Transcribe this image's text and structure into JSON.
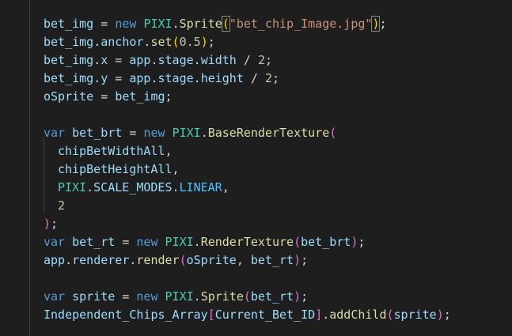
{
  "theme": {
    "background": "#1e1e1e",
    "variable": "#9cdcfe",
    "class": "#4ec9b0",
    "function": "#dcdcaa",
    "keyword": "#569cd6",
    "string": "#ce9178",
    "number": "#b5cea8",
    "constant": "#4fc1ff"
  },
  "code": {
    "l1": {
      "a": "bet_img",
      "b": " = ",
      "c": "new",
      "d": " ",
      "e": "PIXI",
      "f": ".",
      "g": "Sprite",
      "h": "(",
      "i": "\"bet_chip_Image.jpg\"",
      "j": ")",
      "k": ";"
    },
    "l2": {
      "a": "bet_img",
      "b": ".",
      "c": "anchor",
      "d": ".",
      "e": "set",
      "f": "(",
      "g": "0.5",
      "h": ")",
      "i": ";"
    },
    "l3": {
      "a": "bet_img",
      "b": ".",
      "c": "x",
      "d": " = ",
      "e": "app",
      "f": ".",
      "g": "stage",
      "h": ".",
      "i": "width",
      "j": " / ",
      "k": "2",
      "l": ";"
    },
    "l4": {
      "a": "bet_img",
      "b": ".",
      "c": "y",
      "d": " = ",
      "e": "app",
      "f": ".",
      "g": "stage",
      "h": ".",
      "i": "height",
      "j": " / ",
      "k": "2",
      "l": ";"
    },
    "l5": {
      "a": "oSprite",
      "b": " = ",
      "c": "bet_img",
      "d": ";"
    },
    "l7": {
      "a": "var",
      "b": " ",
      "c": "bet_brt",
      "d": " = ",
      "e": "new",
      "f": " ",
      "g": "PIXI",
      "h": ".",
      "i": "BaseRenderTexture",
      "j": "("
    },
    "l8": {
      "a": "chipBetWidthAll",
      "b": ","
    },
    "l9": {
      "a": "chipBetHeightAll",
      "b": ","
    },
    "l10": {
      "a": "PIXI",
      "b": ".",
      "c": "SCALE_MODES",
      "d": ".",
      "e": "LINEAR",
      "f": ","
    },
    "l11": {
      "a": "2"
    },
    "l12": {
      "a": ")",
      "b": ";"
    },
    "l13": {
      "a": "var",
      "b": " ",
      "c": "bet_rt",
      "d": " = ",
      "e": "new",
      "f": " ",
      "g": "PIXI",
      "h": ".",
      "i": "RenderTexture",
      "j": "(",
      "k": "bet_brt",
      "l": ")",
      "m": ";"
    },
    "l14": {
      "a": "app",
      "b": ".",
      "c": "renderer",
      "d": ".",
      "e": "render",
      "f": "(",
      "g": "oSprite",
      "h": ", ",
      "i": "bet_rt",
      "j": ")",
      "k": ";"
    },
    "l16": {
      "a": "var",
      "b": " ",
      "c": "sprite",
      "d": " = ",
      "e": "new",
      "f": " ",
      "g": "PIXI",
      "h": ".",
      "i": "Sprite",
      "j": "(",
      "k": "bet_rt",
      "l": ")",
      "m": ";"
    },
    "l17": {
      "a": "Independent_Chips_Array",
      "b": "[",
      "c": "Current_Bet_ID",
      "d": "]",
      "e": ".",
      "f": "addChild",
      "g": "(",
      "h": "sprite",
      "i": ")",
      "j": ";"
    }
  }
}
